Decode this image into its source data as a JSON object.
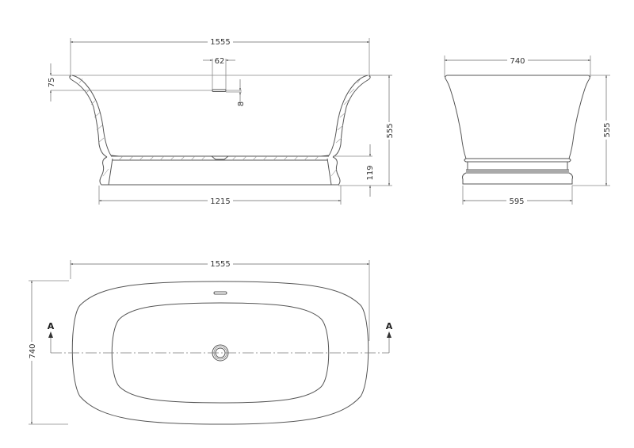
{
  "drawing": {
    "side_view": {
      "overall_length": "1555",
      "base_length": "1215",
      "height": "555",
      "base_height": "119",
      "rim_drop": "75",
      "overflow_width": "62",
      "overflow_height": "8"
    },
    "end_view": {
      "overall_width": "740",
      "base_width": "595",
      "height": "555"
    },
    "plan_view": {
      "overall_length": "1555",
      "overall_width": "740",
      "section_label_left": "A",
      "section_label_right": "A"
    }
  }
}
